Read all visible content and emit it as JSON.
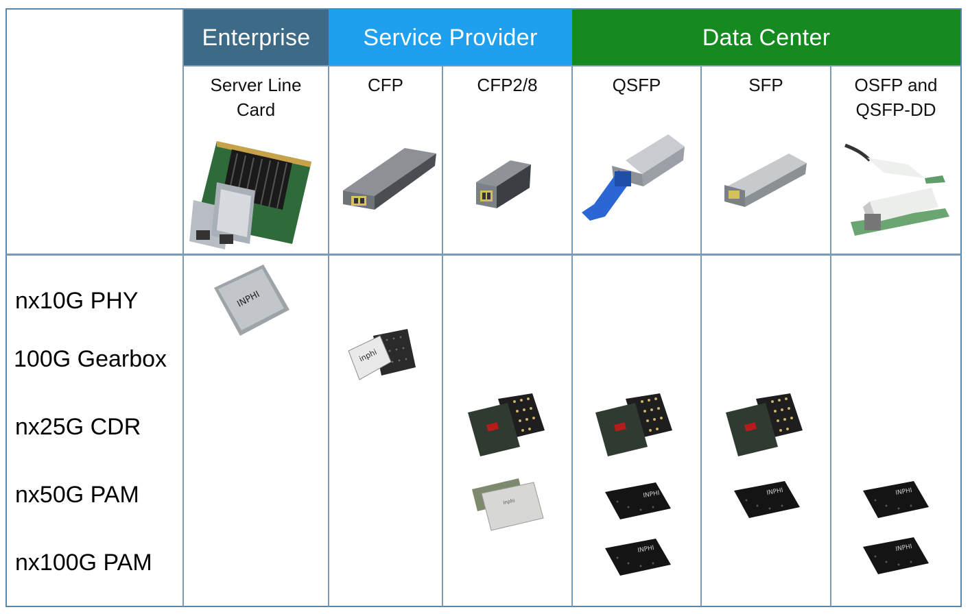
{
  "segments": {
    "enterprise": "Enterprise",
    "service_provider": "Service Provider",
    "data_center": "Data Center"
  },
  "columns": {
    "server_line_card_1": "Server Line",
    "server_line_card_2": "Card",
    "cfp": "CFP",
    "cfp2_8": "CFP2/8",
    "qsfp": "QSFP",
    "sfp": "SFP",
    "osfp_1": "OSFP and",
    "osfp_2": "QSFP-DD"
  },
  "rows": {
    "phy": "nx10G PHY",
    "gearbox": "100G Gearbox",
    "cdr": "nx25G CDR",
    "pam50": "nx50G PAM",
    "pam100": "nx100G PAM"
  },
  "chip_marks": {
    "inphi": "INPHI",
    "inphi_lower": "inphi"
  },
  "colors": {
    "enterprise": "#3d6a87",
    "service_provider": "#1ea0ee",
    "data_center": "#148a20",
    "grid": "#7a99b3"
  }
}
